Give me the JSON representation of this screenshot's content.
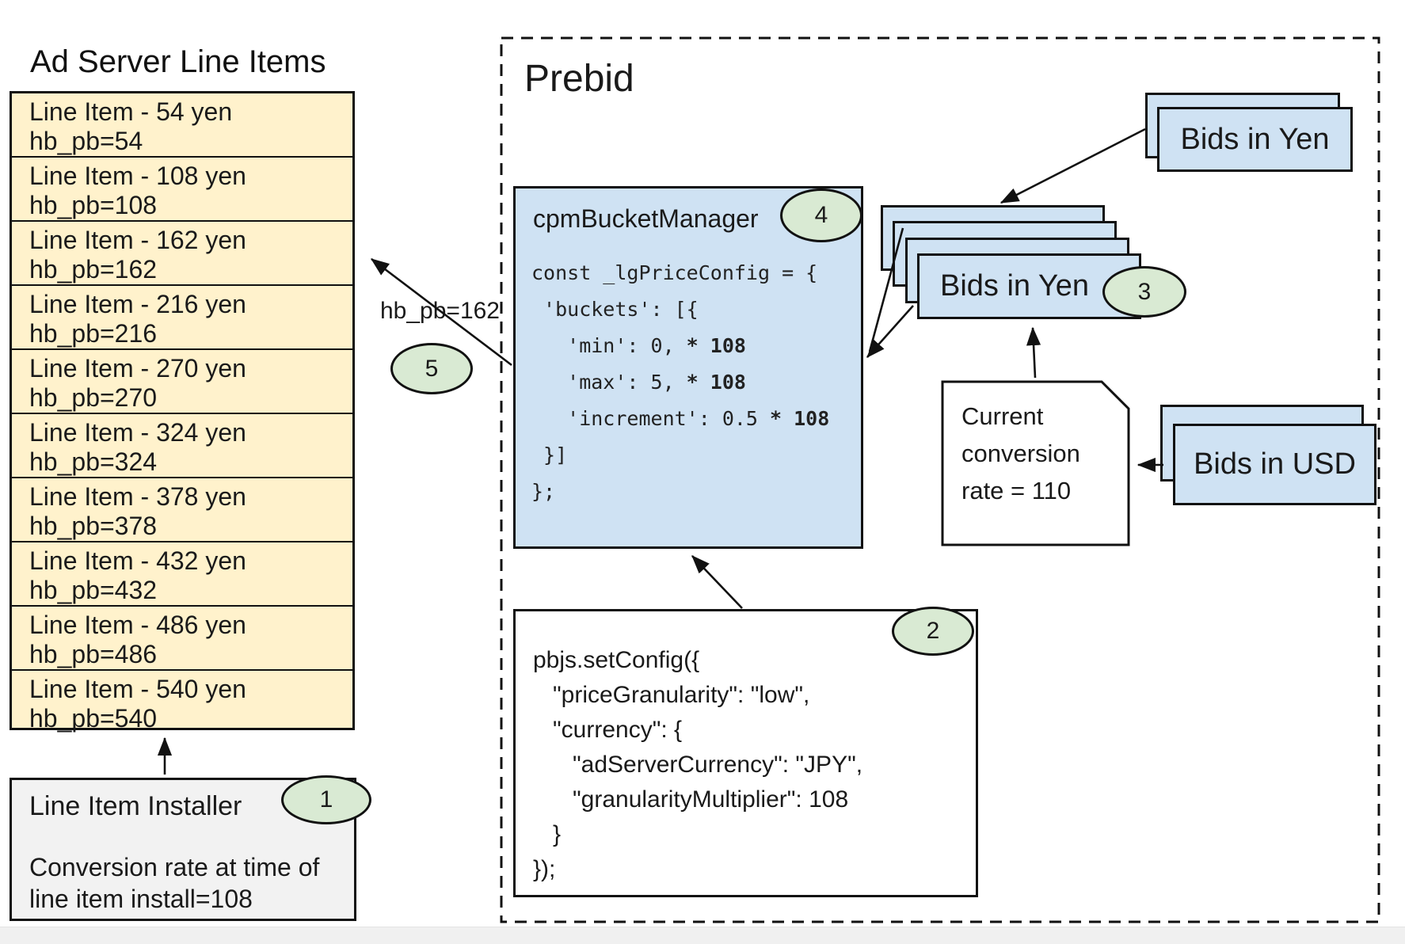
{
  "ad_server": {
    "title": "Ad Server Line Items",
    "line_items": [
      {
        "name": "Line Item - 54 yen",
        "key": "hb_pb=54"
      },
      {
        "name": "Line Item - 108 yen",
        "key": "hb_pb=108"
      },
      {
        "name": "Line Item - 162 yen",
        "key": "hb_pb=162"
      },
      {
        "name": "Line Item - 216 yen",
        "key": "hb_pb=216"
      },
      {
        "name": "Line Item - 270 yen",
        "key": "hb_pb=270"
      },
      {
        "name": "Line Item - 324 yen",
        "key": "hb_pb=324"
      },
      {
        "name": "Line Item - 378 yen",
        "key": "hb_pb=378"
      },
      {
        "name": "Line Item - 432 yen",
        "key": "hb_pb=432"
      },
      {
        "name": "Line Item - 486 yen",
        "key": "hb_pb=486"
      },
      {
        "name": "Line Item - 540 yen",
        "key": "hb_pb=540"
      }
    ],
    "installer": {
      "title": "Line Item Installer",
      "badge": "1",
      "note_line1": "Conversion rate at time of",
      "note_line2": "line item install=108"
    }
  },
  "prebid": {
    "label": "Prebid",
    "bucket_manager": {
      "title": "cpmBucketManager",
      "badge": "4",
      "code_lines": [
        {
          "text": "const _lgPriceConfig = {",
          "bold": ""
        },
        {
          "text": " 'buckets': [{",
          "bold": ""
        },
        {
          "text": "   'min': 0, ",
          "bold": "* 108"
        },
        {
          "text": "   'max': 5, ",
          "bold": "* 108"
        },
        {
          "text": "   'increment': 0.5 ",
          "bold": "* 108"
        },
        {
          "text": " }]",
          "bold": ""
        },
        {
          "text": "};",
          "bold": ""
        }
      ]
    },
    "set_config": {
      "badge": "2",
      "code": "pbjs.setConfig({\n   \"priceGranularity\": \"low\",\n   \"currency\": {\n      \"adServerCurrency\": \"JPY\",\n      \"granularityMultiplier\": 108\n   }\n});"
    },
    "arrow_label": "hb_pb=162",
    "arrow_badge": "5",
    "bids_in_yen_top": "Bids in Yen",
    "bids_in_yen_stack": {
      "label": "Bids in Yen",
      "badge": "3"
    },
    "conversion_note": {
      "line1": "Current",
      "line2": "conversion",
      "line3": "rate = 110"
    },
    "bids_in_usd": "Bids in USD"
  },
  "colors": {
    "line_item_fill": "#fff2cc",
    "card_fill": "#cfe2f3",
    "badge_fill": "#d9ead3",
    "installer_fill": "#f2f2f2",
    "border": "#111111"
  }
}
